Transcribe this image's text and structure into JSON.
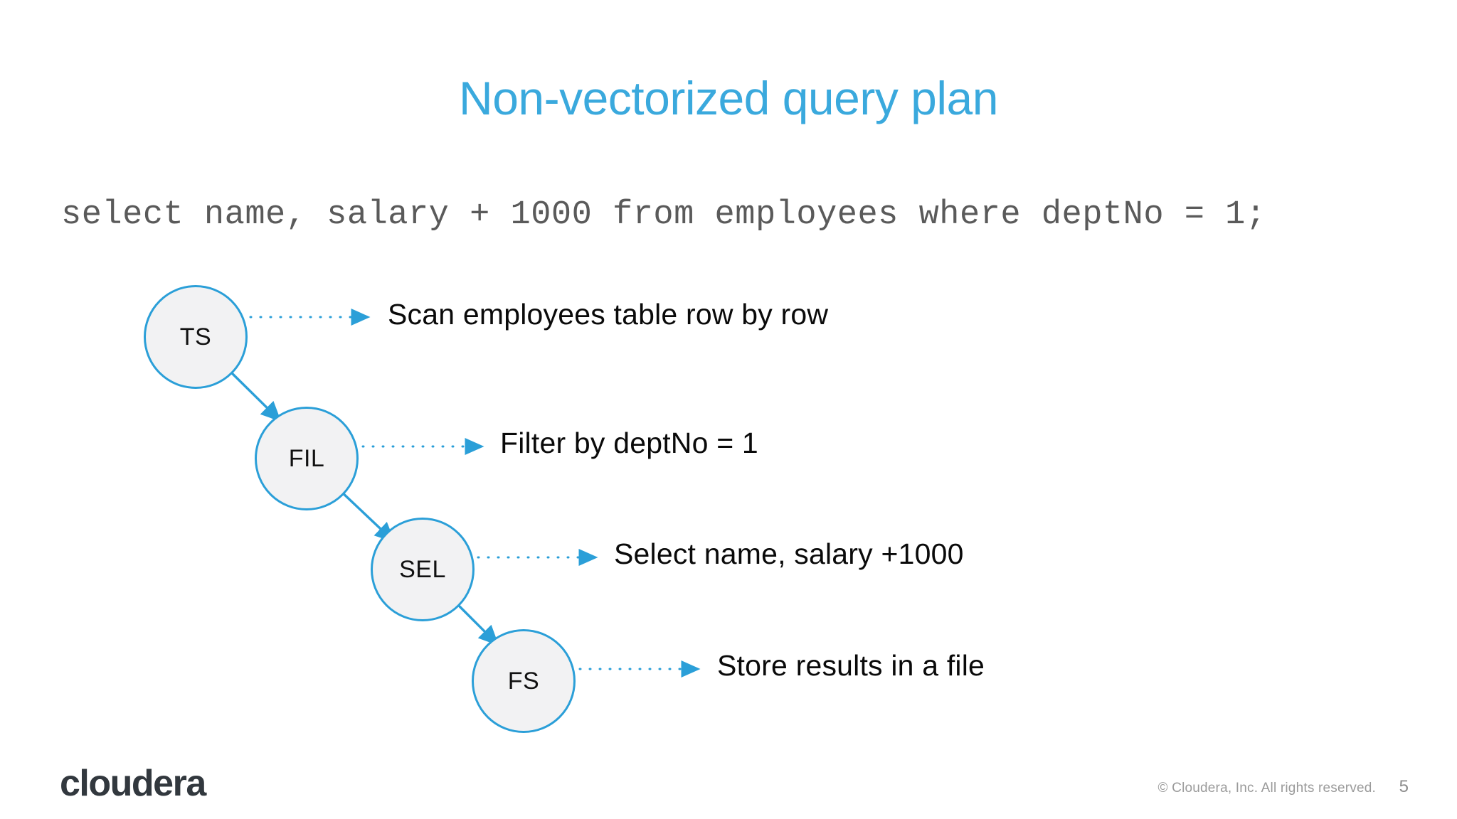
{
  "slide": {
    "title": "Non-vectorized query plan",
    "sql_query": "select name, salary + 1000 from employees where deptNo = 1;",
    "background_color": "#ffffff",
    "title_color": "#3aa9dd",
    "accent_color": "#2b9fd8",
    "node_fill_color": "#f2f2f3",
    "sql_text_color": "#5a5a5a"
  },
  "plan": {
    "nodes": [
      {
        "id": "ts",
        "label": "TS",
        "annotation": "Scan employees table row by row"
      },
      {
        "id": "fil",
        "label": "FIL",
        "annotation": "Filter by deptNo = 1"
      },
      {
        "id": "sel",
        "label": "SEL",
        "annotation": "Select name, salary +1000"
      },
      {
        "id": "fs",
        "label": "FS",
        "annotation": "Store results in a file"
      }
    ]
  },
  "footer": {
    "logo_text": "cloudera",
    "copyright": "© Cloudera, Inc. All rights reserved.",
    "page_number": "5"
  }
}
